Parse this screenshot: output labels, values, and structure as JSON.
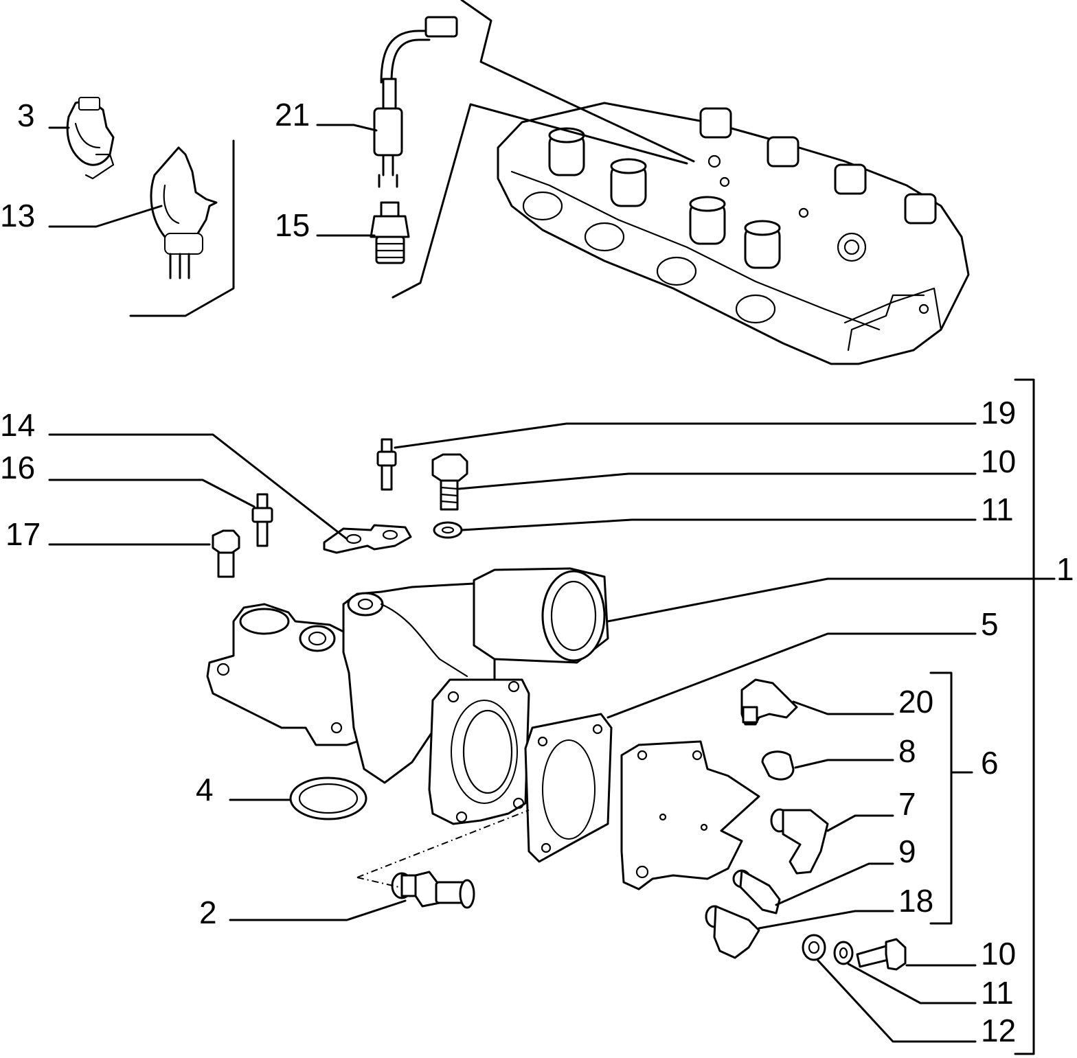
{
  "callouts": [
    {
      "id": "c1",
      "label": "1"
    },
    {
      "id": "c2",
      "label": "2"
    },
    {
      "id": "c3",
      "label": "3"
    },
    {
      "id": "c4",
      "label": "4"
    },
    {
      "id": "c5",
      "label": "5"
    },
    {
      "id": "c6",
      "label": "6"
    },
    {
      "id": "c7",
      "label": "7"
    },
    {
      "id": "c8",
      "label": "8"
    },
    {
      "id": "c9",
      "label": "9"
    },
    {
      "id": "c10a",
      "label": "10"
    },
    {
      "id": "c10b",
      "label": "10"
    },
    {
      "id": "c11a",
      "label": "11"
    },
    {
      "id": "c11b",
      "label": "11"
    },
    {
      "id": "c12",
      "label": "12"
    },
    {
      "id": "c13",
      "label": "13"
    },
    {
      "id": "c14",
      "label": "14"
    },
    {
      "id": "c15",
      "label": "15"
    },
    {
      "id": "c16",
      "label": "16"
    },
    {
      "id": "c17",
      "label": "17"
    },
    {
      "id": "c18",
      "label": "18"
    },
    {
      "id": "c19",
      "label": "19"
    },
    {
      "id": "c20",
      "label": "20"
    },
    {
      "id": "c21",
      "label": "21"
    }
  ]
}
